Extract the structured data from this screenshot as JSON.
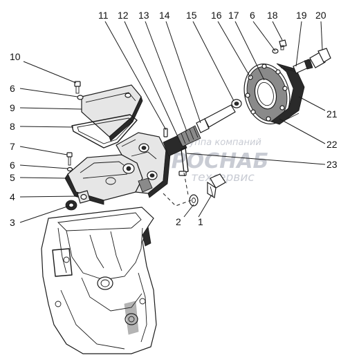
{
  "watermark": {
    "line1": "Группа компаний",
    "line2": "РОСНАБ",
    "line3": "техсервис"
  },
  "callouts": [
    {
      "id": "1",
      "label": "1"
    },
    {
      "id": "2",
      "label": "2"
    },
    {
      "id": "3",
      "label": "3"
    },
    {
      "id": "4",
      "label": "4"
    },
    {
      "id": "5",
      "label": "5"
    },
    {
      "id": "6a",
      "label": "6"
    },
    {
      "id": "7",
      "label": "7"
    },
    {
      "id": "8",
      "label": "8"
    },
    {
      "id": "9",
      "label": "9"
    },
    {
      "id": "6b",
      "label": "6"
    },
    {
      "id": "10",
      "label": "10"
    },
    {
      "id": "11",
      "label": "11"
    },
    {
      "id": "12",
      "label": "12"
    },
    {
      "id": "13",
      "label": "13"
    },
    {
      "id": "14",
      "label": "14"
    },
    {
      "id": "15",
      "label": "15"
    },
    {
      "id": "16",
      "label": "16"
    },
    {
      "id": "17",
      "label": "17"
    },
    {
      "id": "6c",
      "label": "6"
    },
    {
      "id": "18",
      "label": "18"
    },
    {
      "id": "19",
      "label": "19"
    },
    {
      "id": "20",
      "label": "20"
    },
    {
      "id": "21",
      "label": "21"
    },
    {
      "id": "22",
      "label": "22"
    },
    {
      "id": "23",
      "label": "23"
    }
  ]
}
